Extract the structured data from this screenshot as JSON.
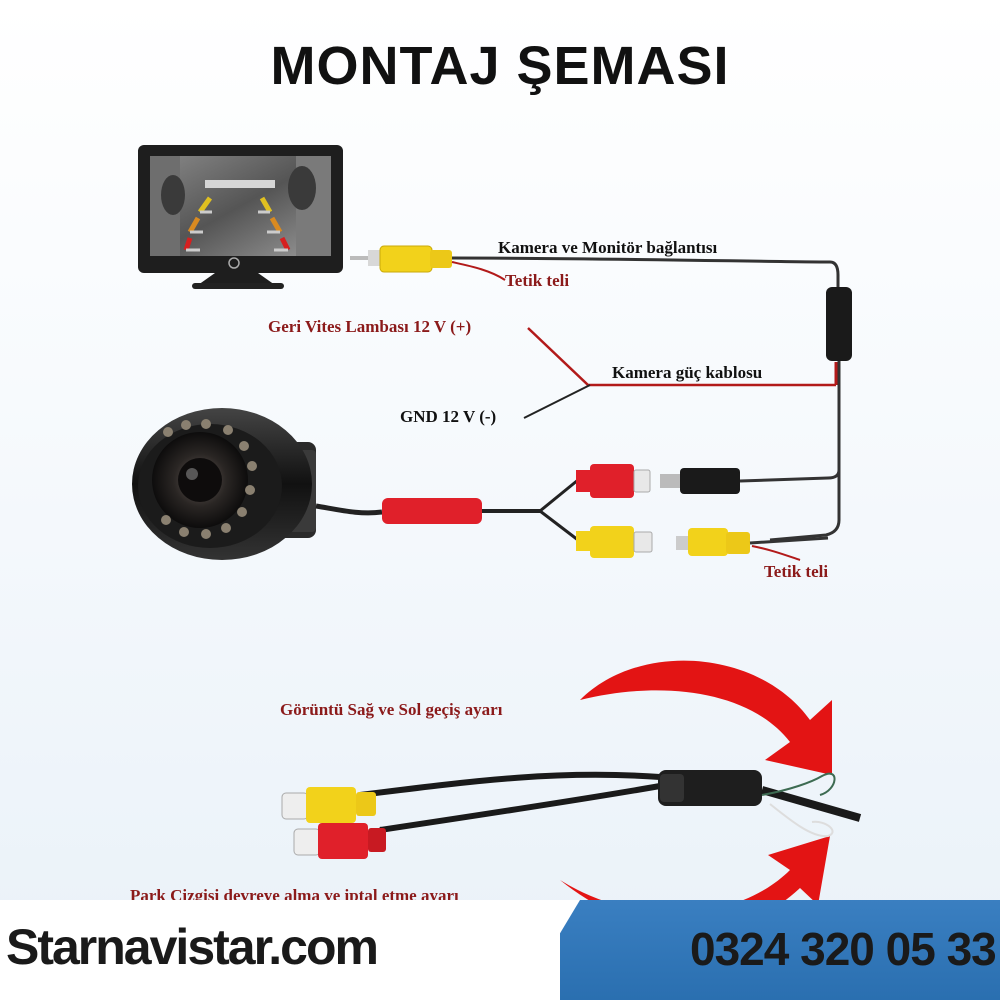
{
  "title": "MONTAJ ŞEMASI",
  "labels": {
    "cam_monitor": "Kamera ve Monitör bağlantısı",
    "tetik_top": "Tetik teli",
    "reverse_light": "Geri Vites Lambası 12 V (+)",
    "power_cable": "Kamera güç kablosu",
    "gnd": "GND 12 V (-)",
    "tetik_bottom": "Tetik teli",
    "mirror": "Görüntü Sağ ve Sol geçiş ayarı",
    "park_lines": "Park Çizgisi devreye alma ve iptal etme ayarı"
  },
  "footer": {
    "website": "Starnavistar.com",
    "phone": "0324 320 05 33"
  },
  "colors": {
    "label_red": "#8b1a1a",
    "rca_yellow": "#f2d21b",
    "rca_red": "#e0202a",
    "footer_blue": "#2e73b5"
  }
}
